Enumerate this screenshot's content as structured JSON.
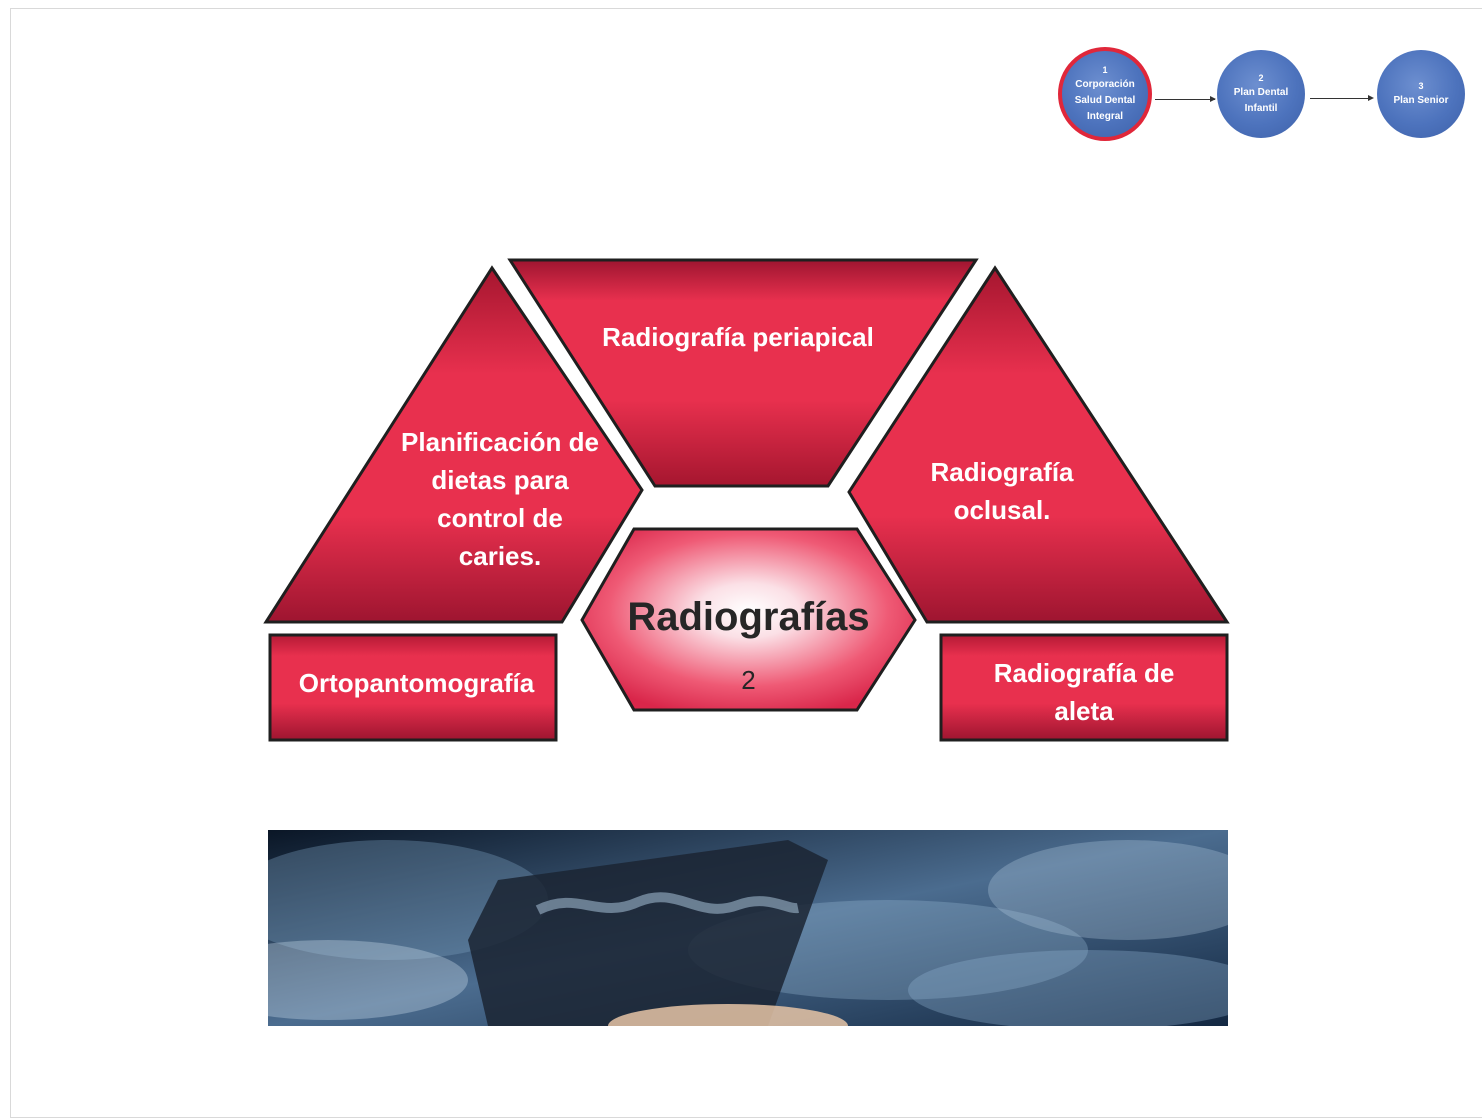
{
  "stepper": {
    "steps": [
      {
        "number": "1",
        "label_lines": [
          "Corporación",
          "Salud Dental",
          "Integral"
        ],
        "active": true
      },
      {
        "number": "2",
        "label_lines": [
          "Plan Dental",
          "Infantil"
        ],
        "active": false
      },
      {
        "number": "3",
        "label_lines": [
          "Plan Senior"
        ],
        "active": false
      }
    ]
  },
  "diagram": {
    "center": {
      "title": "Radiografías",
      "number": "2"
    },
    "shapes": {
      "top": "Radiografía periapical",
      "left_triangle_lines": [
        "Planificación de",
        "dietas para",
        "control de",
        "caries."
      ],
      "right_triangle_lines": [
        "Radiografía",
        "oclusal."
      ],
      "bottom_left": "Ortopantomografía",
      "bottom_right_lines": [
        "Radiografía de",
        "aleta"
      ]
    }
  },
  "colors": {
    "shape_fill": "#e8304e",
    "shape_dark": "#9e1530",
    "step_blue": "#4d73bd",
    "step_active_ring": "#e0273a"
  },
  "image": {
    "description_icon": "xray-photo"
  }
}
